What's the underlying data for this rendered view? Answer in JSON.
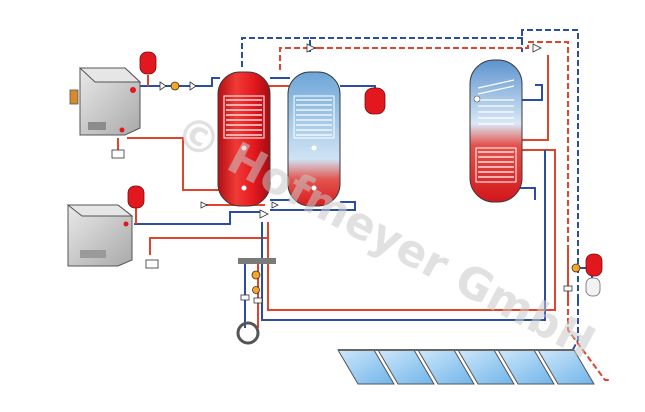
{
  "watermark": "© Hofmeyer GmbH",
  "colors": {
    "hot_pipe": "#e0452b",
    "cold_pipe": "#2b4ea3",
    "tank_hot": "#e3181f",
    "tank_cold": "#9cc3e6",
    "tank_outline": "#3a3a3a",
    "expansion_vessel": "#e3181f",
    "boiler_body": "#cfcfcf",
    "collector_glass": "#8ec5ee",
    "watermark": "#c8c8c8"
  },
  "components": {
    "boilers": [
      "solid-fuel-boiler",
      "oil-gas-boiler"
    ],
    "storage_tanks": [
      "buffer-tank-hot",
      "buffer-tank-cold",
      "hot-water-cylinder"
    ],
    "expansion_vessels": 5,
    "solar_collectors": 6,
    "heating_circuit": "radiator-loop"
  }
}
